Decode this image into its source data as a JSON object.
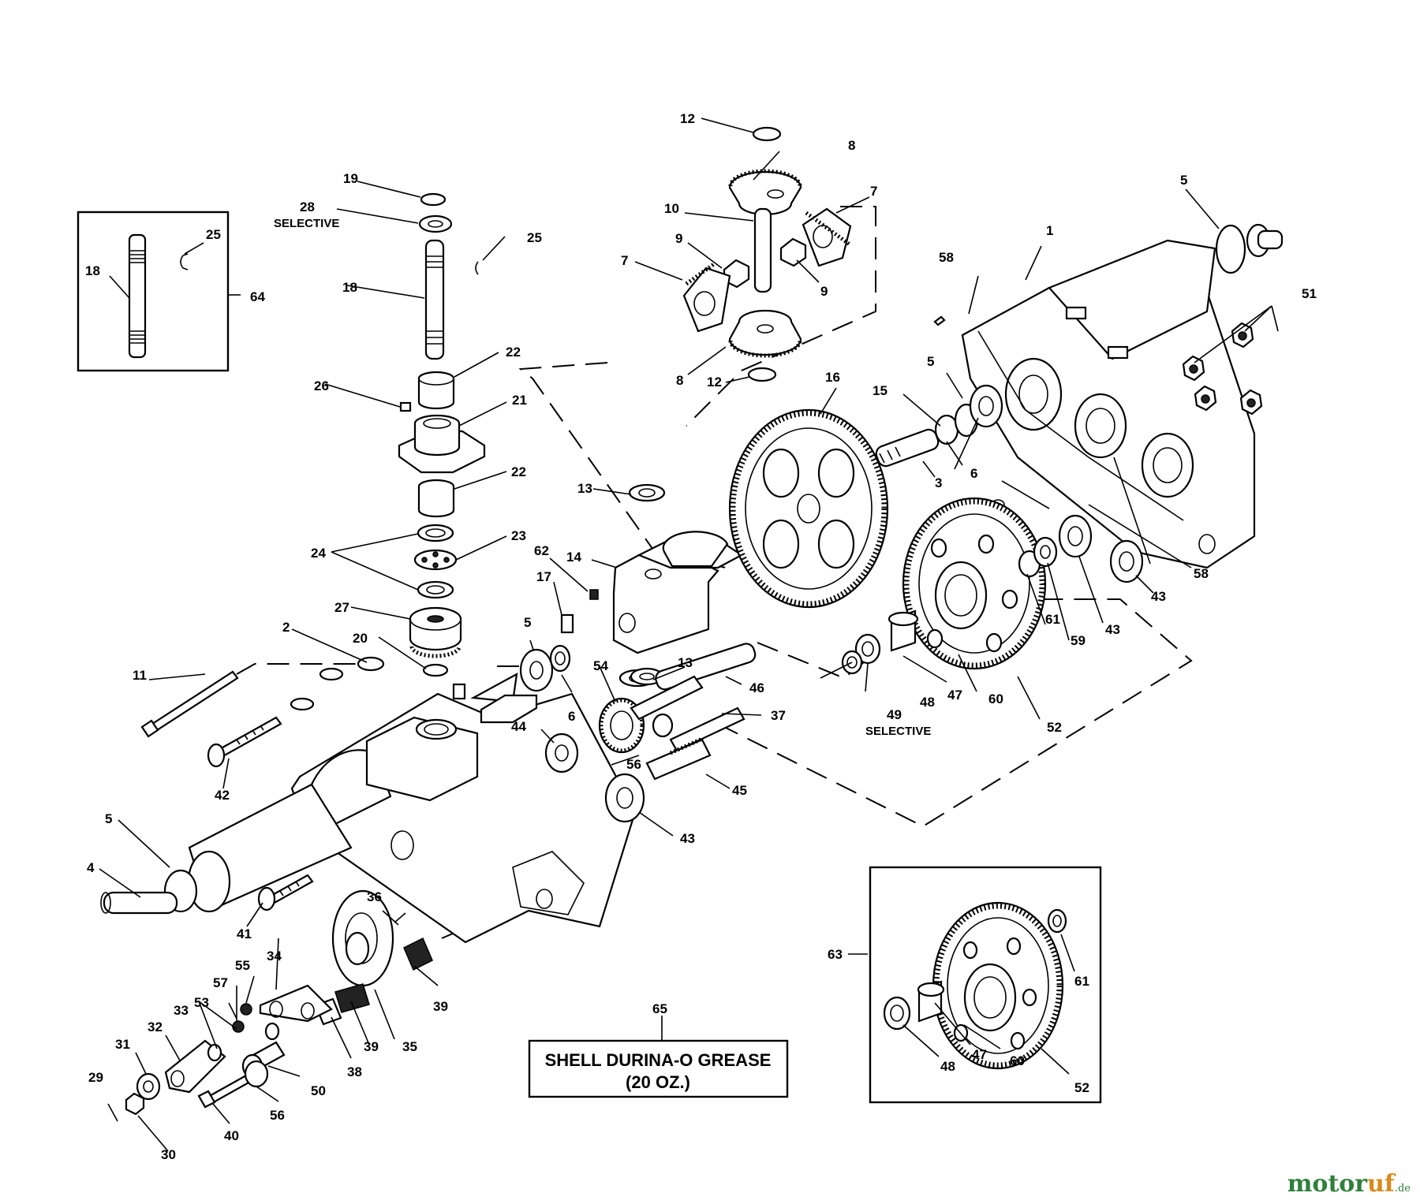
{
  "labels": {
    "p1": "1",
    "p2": "2",
    "p3": "3",
    "p4": "4",
    "p5a": "5",
    "p5b": "5",
    "p5c": "5",
    "p5d": "5",
    "p6a": "6",
    "p6b": "6",
    "p7a": "7",
    "p7b": "7",
    "p8a": "8",
    "p8b": "8",
    "p9a": "9",
    "p9b": "9",
    "p10": "10",
    "p11": "11",
    "p12a": "12",
    "p12b": "12",
    "p13a": "13",
    "p13b": "13",
    "p14": "14",
    "p15": "15",
    "p16": "16",
    "p17": "17",
    "p18a": "18",
    "p18b": "18",
    "p19": "19",
    "p20": "20",
    "p21": "21",
    "p22a": "22",
    "p22b": "22",
    "p23": "23",
    "p24": "24",
    "p25a": "25",
    "p25b": "25",
    "p26": "26",
    "p27": "27",
    "p28": "28",
    "p29": "29",
    "p30": "30",
    "p31": "31",
    "p32": "32",
    "p33": "33",
    "p34": "34",
    "p35": "35",
    "p36": "36",
    "p37": "37",
    "p38": "38",
    "p39a": "39",
    "p39b": "39",
    "p40": "40",
    "p41": "41",
    "p42": "42",
    "p43a": "43",
    "p43b": "43",
    "p43c": "43",
    "p44": "44",
    "p45": "45",
    "p46": "46",
    "p47a": "47",
    "p47b": "47",
    "p48a": "48",
    "p48b": "48",
    "p49": "49",
    "p50": "50",
    "p51": "51",
    "p52a": "52",
    "p52b": "52",
    "p53": "53",
    "p54": "54",
    "p55": "55",
    "p56a": "56",
    "p56b": "56",
    "p57": "57",
    "p58a": "58",
    "p58b": "58",
    "p59": "59",
    "p60a": "60",
    "p60b": "60",
    "p61a": "61",
    "p61b": "61",
    "p62": "62",
    "p63": "63",
    "p64": "64",
    "p65": "65"
  },
  "selective_a": "SELECTIVE",
  "selective_b": "SELECTIVE",
  "grease_note": {
    "line1": "SHELL DURINA-O GREASE",
    "line2": "(20 OZ.)"
  },
  "watermark": {
    "brand": "motor",
    "brand2": "uf",
    "tld": ".de"
  }
}
